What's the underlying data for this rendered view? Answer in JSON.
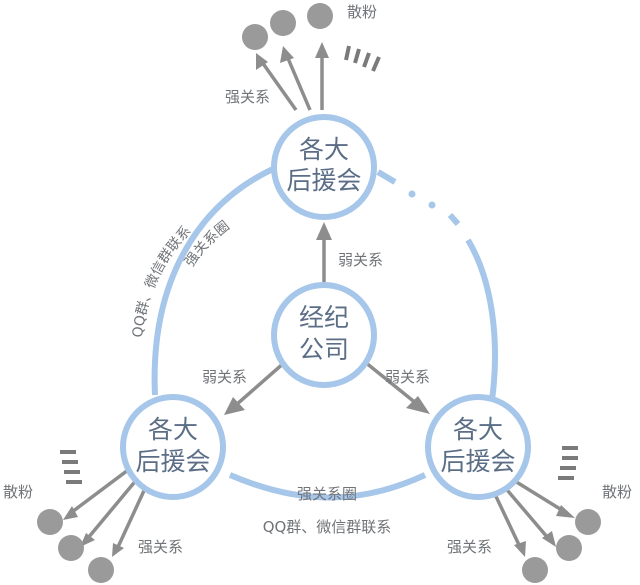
{
  "nodes": {
    "company": {
      "line1": "经纪",
      "line2": "公司"
    },
    "top": {
      "line1": "各大",
      "line2": "后援会"
    },
    "left": {
      "line1": "各大",
      "line2": "后援会"
    },
    "right": {
      "line1": "各大",
      "line2": "后援会"
    }
  },
  "labels": {
    "weak_top": "弱关系",
    "weak_left": "弱关系",
    "weak_right": "弱关系",
    "strong_top": "强关系",
    "strong_left": "强关系",
    "strong_right": "强关系",
    "fans_top": "散粉",
    "fans_left": "散粉",
    "fans_right": "散粉",
    "left_arc_line1": "QQ群、微信群联系",
    "left_arc_line2": "强关系圈",
    "bottom_arc_line1": "强关系圈",
    "bottom_arc_line2": "QQ群、微信群联系"
  },
  "colors": {
    "ring": "#a6c6ea",
    "arrow": "#8d8d8d",
    "fan_dot": "#9a9a9a",
    "node_text": "#5b6e86"
  }
}
